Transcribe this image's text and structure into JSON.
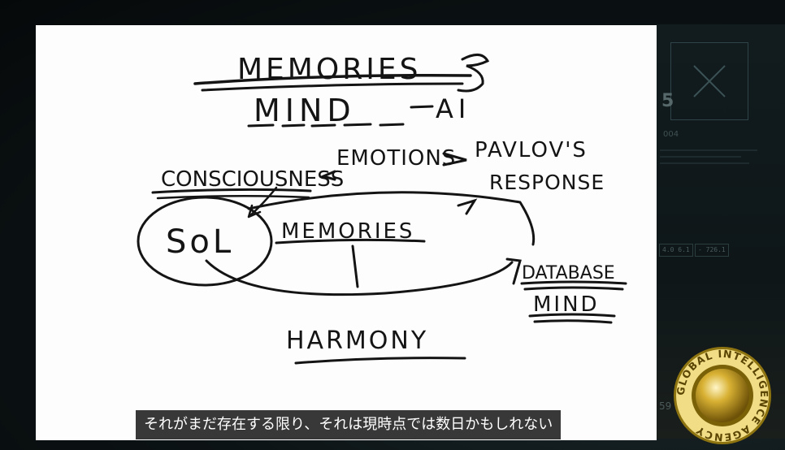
{
  "whiteboard": {
    "line1_text": "MEMORIES",
    "line2_text": "MIND",
    "line2_suffix": "AI",
    "emotions_text": "EMOTIONS",
    "pavlov_text": "PAVLOV'S",
    "response_text": "RESPONSE",
    "consciousness_text": "CONSCIOUSNESS",
    "sol_text": "SoL",
    "memories_text": "MEMORIES",
    "database_text": "DATABASE",
    "database_mind_text": "MIND",
    "harmony_text": "HARMONY"
  },
  "background_hud": {
    "big_digit": "5",
    "small_code": "004",
    "readout_a": "4.0 6.1",
    "readout_b": "- 726.1",
    "bottom_number": "59"
  },
  "logo": {
    "ring_text": "GLOBAL INTELLIGENCE AGENCY",
    "ring_color": "#e8c84a",
    "sphere_color": "#c9a21a"
  },
  "subtitle": {
    "text": "それがまだ存在する限り、それは現時点では数日かもしれない"
  }
}
